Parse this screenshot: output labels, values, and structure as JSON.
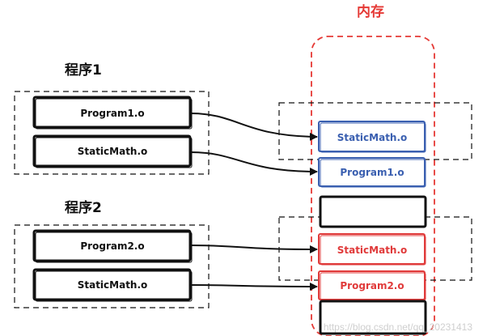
{
  "memory_title": "内存",
  "program1": {
    "title": "程序1",
    "modules": [
      "Program1.o",
      "StaticMath.o"
    ]
  },
  "program2": {
    "title": "程序2",
    "modules": [
      "Program2.o",
      "StaticMath.o"
    ]
  },
  "memory_slots": [
    "StaticMath.o",
    "Program1.o",
    "",
    "StaticMath.o",
    "Program2.o",
    ""
  ],
  "watermark": "https://blog.csdn.net/qq_20231413",
  "colors": {
    "memory_border": "#e53935",
    "program1_slot": "#3a5fb0",
    "program2_slot": "#e03a3a",
    "ink": "#111111",
    "title_red": "#e53935"
  }
}
